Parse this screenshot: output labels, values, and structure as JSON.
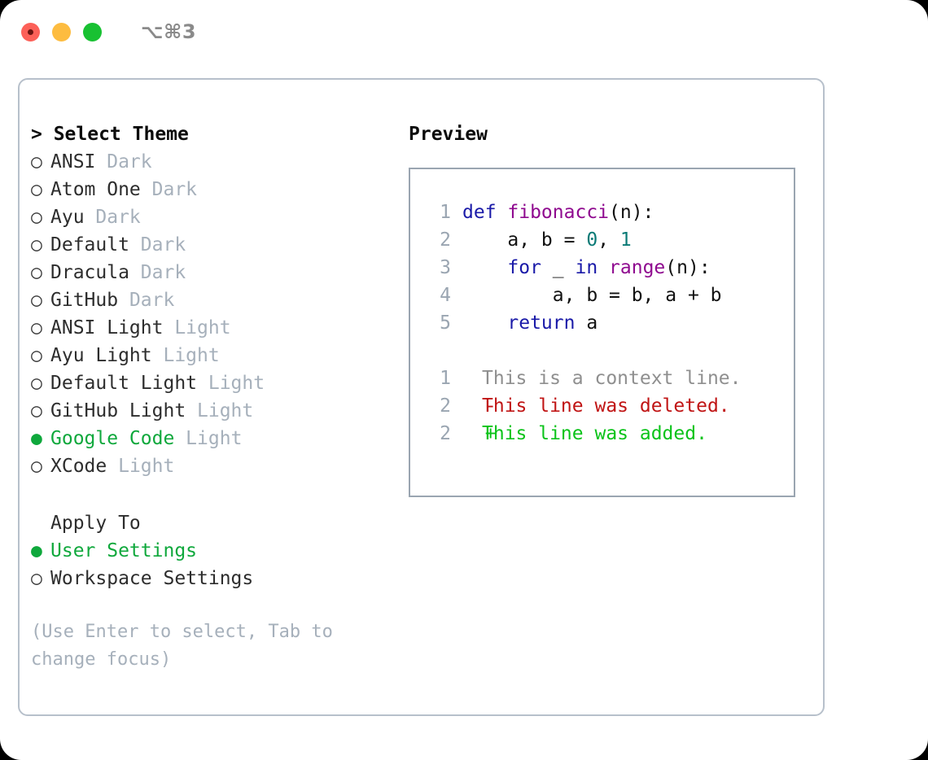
{
  "titlebar": {
    "shortcut": "⌥⌘3",
    "buttons": [
      {
        "name": "close",
        "color": "#fc6058"
      },
      {
        "name": "minimize",
        "color": "#fdbc40"
      },
      {
        "name": "maximize",
        "color": "#18c132"
      }
    ]
  },
  "theme_list": {
    "header": "> Select Theme",
    "bullet_selected": "●",
    "bullet_unselected": "○",
    "items": [
      {
        "name": "ANSI",
        "kind": "Dark",
        "selected": false
      },
      {
        "name": "Atom One",
        "kind": "Dark",
        "selected": false
      },
      {
        "name": "Ayu",
        "kind": "Dark",
        "selected": false
      },
      {
        "name": "Default",
        "kind": "Dark",
        "selected": false
      },
      {
        "name": "Dracula",
        "kind": "Dark",
        "selected": false
      },
      {
        "name": "GitHub",
        "kind": "Dark",
        "selected": false
      },
      {
        "name": "ANSI Light",
        "kind": "Light",
        "selected": false
      },
      {
        "name": "Ayu Light",
        "kind": "Light",
        "selected": false
      },
      {
        "name": "Default Light",
        "kind": "Light",
        "selected": false
      },
      {
        "name": "GitHub Light",
        "kind": "Light",
        "selected": false
      },
      {
        "name": "Google Code",
        "kind": "Light",
        "selected": true
      },
      {
        "name": "XCode",
        "kind": "Light",
        "selected": false
      }
    ]
  },
  "apply_to": {
    "header": "Apply To",
    "items": [
      {
        "name": "User Settings",
        "selected": true
      },
      {
        "name": "Workspace Settings",
        "selected": false
      }
    ]
  },
  "hint": "(Use Enter to select, Tab to change focus)",
  "preview": {
    "title": "Preview",
    "code_lines": [
      {
        "number": "1",
        "tokens": [
          {
            "text": "def ",
            "style": "kw"
          },
          {
            "text": "fibonacci",
            "style": "fn"
          },
          {
            "text": "(n):",
            "style": "pl"
          }
        ]
      },
      {
        "number": "2",
        "tokens": [
          {
            "text": "    a, b = ",
            "style": "pl"
          },
          {
            "text": "0",
            "style": "num"
          },
          {
            "text": ", ",
            "style": "pl"
          },
          {
            "text": "1",
            "style": "num"
          }
        ]
      },
      {
        "number": "3",
        "tokens": [
          {
            "text": "    ",
            "style": "pl"
          },
          {
            "text": "for",
            "style": "kw"
          },
          {
            "text": " _ ",
            "style": "pl"
          },
          {
            "text": "in",
            "style": "kw"
          },
          {
            "text": " ",
            "style": "pl"
          },
          {
            "text": "range",
            "style": "fn"
          },
          {
            "text": "(n):",
            "style": "pl"
          }
        ]
      },
      {
        "number": "4",
        "tokens": [
          {
            "text": "        a, b = b, a + b",
            "style": "pl"
          }
        ]
      },
      {
        "number": "5",
        "tokens": [
          {
            "text": "    ",
            "style": "pl"
          },
          {
            "text": "return",
            "style": "kw"
          },
          {
            "text": " a",
            "style": "pl"
          }
        ]
      }
    ],
    "diff_lines": [
      {
        "number": "1",
        "mark": " ",
        "text": "This is a context line.",
        "style": "diff-ctx"
      },
      {
        "number": "2",
        "mark": "-",
        "text": "This line was deleted.",
        "style": "diff-del"
      },
      {
        "number": "2",
        "mark": "+",
        "text": "This line was added.",
        "style": "diff-add"
      }
    ]
  },
  "colors": {
    "accent_green": "#0fa83c",
    "muted": "#a6b0bb",
    "border": "#b7c0cb",
    "preview_border": "#9aa5b1",
    "keyword": "#1a1aa8",
    "function": "#8f0a8f",
    "number": "#0b7a76",
    "diff_delete": "#c01414",
    "diff_add": "#0bc31a"
  }
}
